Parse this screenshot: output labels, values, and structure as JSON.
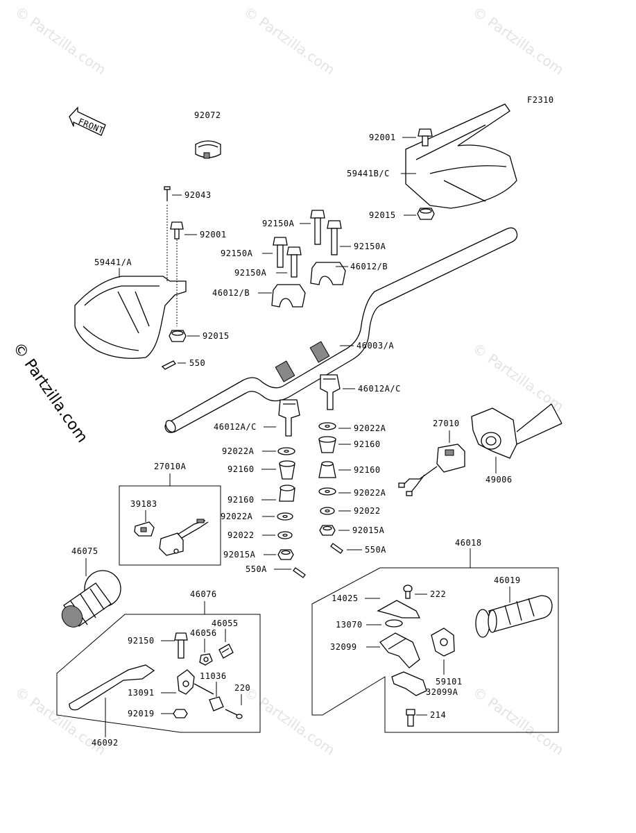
{
  "figure_code": "F2310",
  "front_label": "FRONT",
  "watermark": "© Partzilla.com",
  "side_watermark": "© Partzilla.com",
  "parts": {
    "p92072": "92072",
    "p92043": "92043",
    "p92001_left": "92001",
    "p59441A": "59441/A",
    "p92015_left": "92015",
    "p550_left": "550",
    "p92001_right": "92001",
    "p59441BC": "59441B/C",
    "p92015_right": "92015",
    "p92150A_1": "92150A",
    "p92150A_2": "92150A",
    "p92150A_3": "92150A",
    "p92150A_4": "92150A",
    "p46012B_1": "46012/B",
    "p46012B_2": "46012/B",
    "p46003A": "46003/A",
    "p46012AC_r": "46012A/C",
    "p46012AC_l": "46012A/C",
    "p92022A_1": "92022A",
    "p92160_1": "92160",
    "p92022A_2": "92022A",
    "p92160_2": "92160",
    "p92160_3": "92160",
    "p92022A_3": "92022A",
    "p92160_4": "92160",
    "p92022A_4": "92022A",
    "p92022_1": "92022",
    "p92022_2": "92022",
    "p92015A_1": "92015A",
    "p92015A_2": "92015A",
    "p550A_1": "550A",
    "p550A_2": "550A",
    "p27010": "27010",
    "p49006": "49006",
    "p27010A": "27010A",
    "p39183": "39183",
    "p46075": "46075",
    "p46076": "46076",
    "p46055": "46055",
    "p46056": "46056",
    "p92150": "92150",
    "p11036": "11036",
    "p13091": "13091",
    "p220": "220",
    "p92019": "92019",
    "p46092": "46092",
    "p46018": "46018",
    "p46019": "46019",
    "p222": "222",
    "p14025": "14025",
    "p13070": "13070",
    "p32099": "32099",
    "p59101": "59101",
    "p32099A": "32099A",
    "p214": "214"
  }
}
